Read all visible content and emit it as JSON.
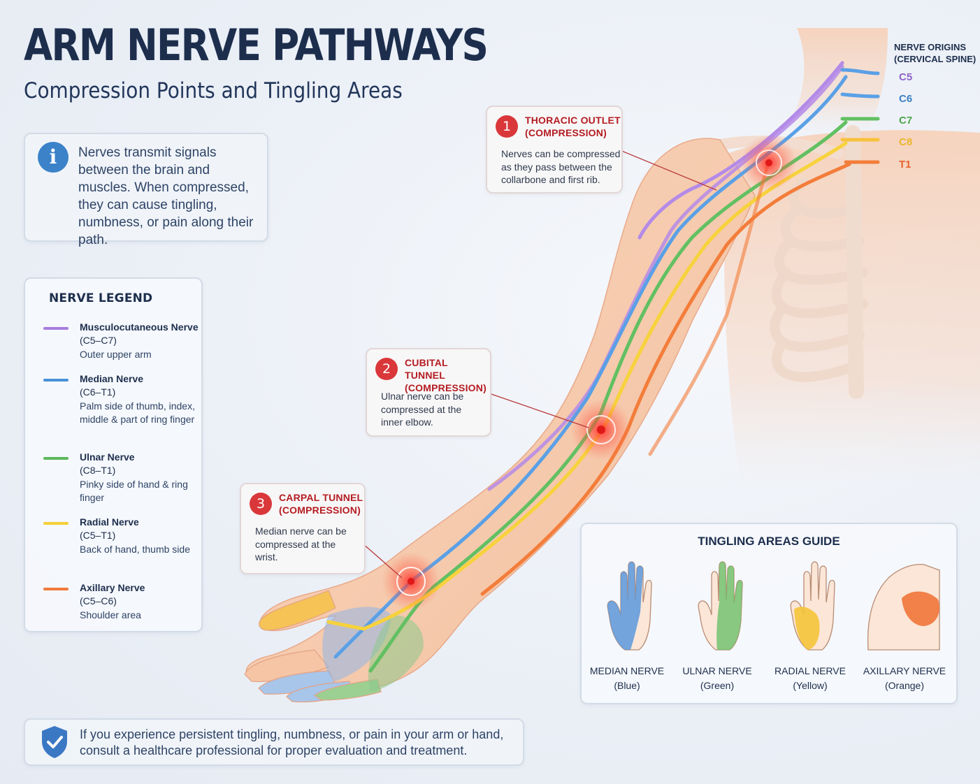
{
  "header": {
    "title": "ARM NERVE PATHWAYS",
    "subtitle": "Compression Points and Tingling Areas"
  },
  "info": {
    "text": "Nerves transmit signals between the brain and muscles. When compressed, they can cause tingling, numbness, or pain along their path."
  },
  "legend": {
    "title": "NERVE LEGEND",
    "items": [
      {
        "name": "Musculocutaneous Nerve",
        "range": "(C5–C7)",
        "desc": "Outer upper arm",
        "color": "#a77ee0"
      },
      {
        "name": "Median Nerve",
        "range": "(C6–T1)",
        "desc": "Palm side of thumb, index, middle & part of ring finger",
        "color": "#4a90d9"
      },
      {
        "name": "Ulnar Nerve",
        "range": "(C8–T1)",
        "desc": "Pinky side of hand & ring finger",
        "color": "#5cb85c"
      },
      {
        "name": "Radial Nerve",
        "range": "(C5–T1)",
        "desc": "Back of hand, thumb side",
        "color": "#f5cf3a"
      },
      {
        "name": "Axillary Nerve",
        "range": "(C5–C6)",
        "desc": "Shoulder area",
        "color": "#f07a3c"
      }
    ]
  },
  "origins": {
    "title_line1": "NERVE ORIGINS",
    "title_line2": "(CERVICAL SPINE)",
    "levels": [
      {
        "label": "C5",
        "color": "#8e63c9"
      },
      {
        "label": "C6",
        "color": "#3d7fc4"
      },
      {
        "label": "C7",
        "color": "#4ea44a"
      },
      {
        "label": "C8",
        "color": "#e9b62a"
      },
      {
        "label": "T1",
        "color": "#e8622e"
      }
    ]
  },
  "callouts": [
    {
      "number": "1",
      "title_line1": "THORACIC OUTLET",
      "title_line2": "(COMPRESSION)",
      "text_lines": [
        "Nerves can be compressed",
        "as they pass between the",
        "collarbone and first rib."
      ]
    },
    {
      "number": "2",
      "title_line1": "CUBITAL TUNNEL",
      "title_line2": "(COMPRESSION)",
      "text_lines": [
        "Ulnar nerve can be",
        "compressed at the",
        "inner elbow."
      ]
    },
    {
      "number": "3",
      "title_line1": "CARPAL TUNNEL",
      "title_line2": "(COMPRESSION)",
      "text_lines": [
        "Median nerve can be",
        "compressed at the",
        "wrist."
      ]
    }
  ],
  "tingling": {
    "title": "TINGLING AREAS GUIDE",
    "items": [
      {
        "name": "MEDIAN NERVE",
        "color_word": "(Blue)",
        "color": "#4a90d9",
        "icon": "hand-palm-blue-icon"
      },
      {
        "name": "ULNAR NERVE",
        "color_word": "(Green)",
        "color": "#5cb85c",
        "icon": "hand-palm-green-icon"
      },
      {
        "name": "RADIAL NERVE",
        "color_word": "(Yellow)",
        "color": "#f5cf3a",
        "icon": "hand-back-yellow-icon"
      },
      {
        "name": "AXILLARY NERVE",
        "color_word": "(Orange)",
        "color": "#f07a3c",
        "icon": "shoulder-orange-icon"
      }
    ]
  },
  "note": {
    "text": "If you experience persistent tingling, numbness, or pain in your arm or hand, consult a healthcare professional for proper evaluation and treatment."
  },
  "colors": {
    "title": "#1d2e4d",
    "accent_red": "#d9373a",
    "info_blue": "#3b82c9",
    "skin": "#f6cdb0"
  }
}
